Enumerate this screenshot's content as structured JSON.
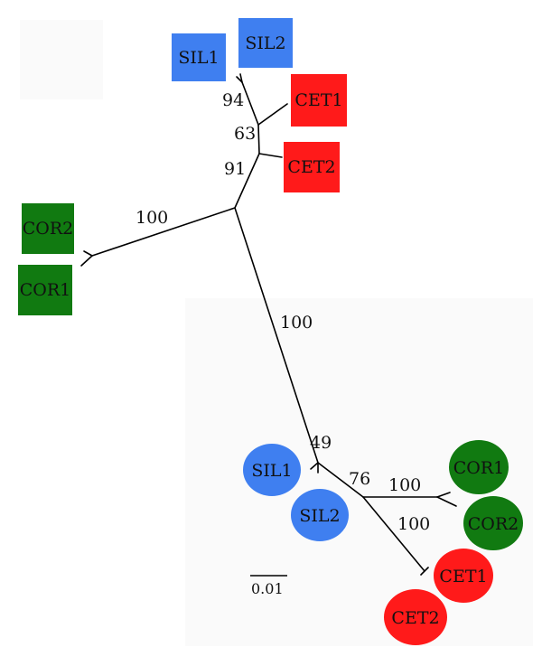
{
  "colors": {
    "background": "#ffffff",
    "blue": "#3f7ff0",
    "red": "#ff1a1a",
    "green": "#117a11",
    "branch": "#000000"
  },
  "tree_square": {
    "taxa": [
      {
        "label": "SIL1",
        "color": "blue",
        "shape": "square"
      },
      {
        "label": "SIL2",
        "color": "blue",
        "shape": "square"
      },
      {
        "label": "CET1",
        "color": "red",
        "shape": "square"
      },
      {
        "label": "CET2",
        "color": "red",
        "shape": "square"
      },
      {
        "label": "COR2",
        "color": "green",
        "shape": "square"
      },
      {
        "label": "COR1",
        "color": "green",
        "shape": "square"
      }
    ],
    "support": [
      "94",
      "63",
      "91",
      "100",
      "100"
    ]
  },
  "tree_circle": {
    "taxa": [
      {
        "label": "SIL1",
        "color": "blue",
        "shape": "circle"
      },
      {
        "label": "SIL2",
        "color": "blue",
        "shape": "circle"
      },
      {
        "label": "COR1",
        "color": "green",
        "shape": "circle"
      },
      {
        "label": "COR2",
        "color": "green",
        "shape": "circle"
      },
      {
        "label": "CET1",
        "color": "red",
        "shape": "circle"
      },
      {
        "label": "CET2",
        "color": "red",
        "shape": "circle"
      }
    ],
    "support": [
      "49",
      "76",
      "100",
      "100"
    ]
  },
  "scale_bar": {
    "label": "0.01"
  }
}
